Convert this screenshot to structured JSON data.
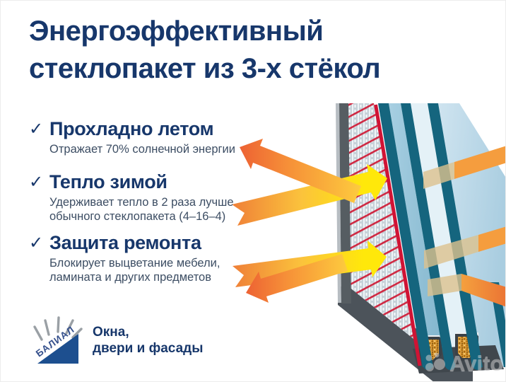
{
  "title": {
    "line1": "Энергоэффективный",
    "line2": "стеклопакет из 3-х стёкол"
  },
  "checkmark": "✓",
  "features": [
    {
      "heading": "Прохладно летом",
      "description": "Отражает 70% солнечной энергии"
    },
    {
      "heading": "Тепло зимой",
      "description": "Удерживает тепло в 2 раза лучше обычного стеклопакета (4–16–4)"
    },
    {
      "heading": "Защита ремонта",
      "description": "Блокирует выцветание мебели, ламината и других предметов"
    }
  ],
  "brand": {
    "logo_text": "БАЛИАЛ",
    "tagline_line1": "Окна,",
    "tagline_line2": "двери и фасады"
  },
  "watermark": {
    "text": "Avito"
  },
  "icons": {
    "check_icon": "✓",
    "sun_rays_icon": "rays",
    "avito_dots_icon": "four-circles"
  },
  "colors": {
    "navy": "#17376b",
    "subtext": "#3c4d63",
    "logo_blue": "#1d4f8f",
    "glass_teal_edge": "#15657e",
    "glass_face": "#9dc9de",
    "red_coating_line": "#d01334",
    "arrow_yellow": "#ffe80a",
    "arrow_orange": "#f59d3e",
    "arrow_deep_orange": "#ed6233",
    "frame_gray": "#565d62",
    "desiccant_orange": "#e3a33f",
    "watermark_gray": "#c9c9c9"
  }
}
